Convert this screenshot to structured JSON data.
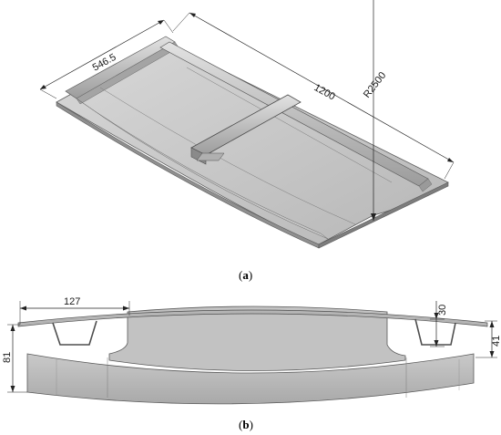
{
  "figure": {
    "panel_a": {
      "caption_open": "(",
      "caption_letter": "a",
      "caption_close": ")",
      "dimensions": {
        "width": "546.5",
        "length": "1200",
        "radius": "R2500"
      }
    },
    "panel_b": {
      "caption_open": "(",
      "caption_letter": "b",
      "caption_close": ")",
      "dimensions": {
        "flange_width": "127",
        "total_height": "81",
        "stringer_depth": "30",
        "skin_offset": "41"
      }
    },
    "colors": {
      "surface_light": "#d2d2d2",
      "surface_mid": "#bdbdbd",
      "surface_dark": "#9e9e9e",
      "edge": "#5a5a5a",
      "dimension_line": "#222222"
    }
  }
}
